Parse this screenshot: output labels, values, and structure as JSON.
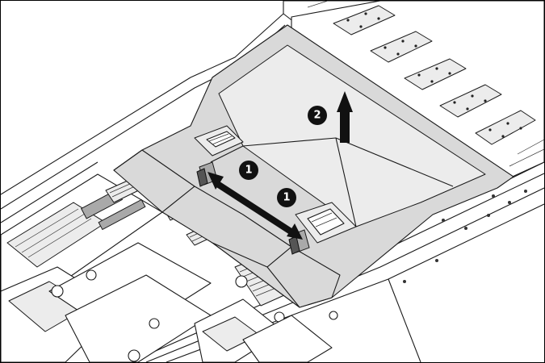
{
  "callouts": {
    "one_a": "1",
    "one_b": "1",
    "two": "2"
  },
  "colors": {
    "air_baffle": "#d9d9d9",
    "arrow": "#111111",
    "callout_background": "#111111",
    "callout_text": "#ffffff",
    "outline": "#1a1a1a",
    "background": "#ffffff"
  },
  "icons": {
    "arrow_release": "double-headed-arrow-icon",
    "arrow_lift": "up-arrow-icon"
  }
}
